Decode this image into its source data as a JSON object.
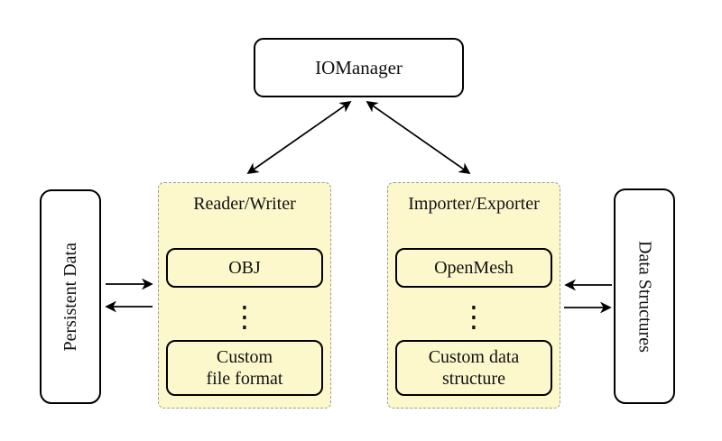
{
  "colors": {
    "background": "#ffffff",
    "group_fill": "#fcf8cc",
    "group_border": "#9a9a9a",
    "node_border": "#000000",
    "text": "#111111",
    "arrow": "#000000"
  },
  "nodes": {
    "iomanager": {
      "label": "IOManager"
    },
    "persistent_data": {
      "label": "Persistent Data"
    },
    "data_structures": {
      "label": "Data Structures"
    },
    "reader_writer": {
      "label": "Reader/Writer",
      "items": {
        "obj": "OBJ",
        "ellipsis": "⋮",
        "custom_line1": "Custom",
        "custom_line2": "file format"
      }
    },
    "importer_exporter": {
      "label": "Importer/Exporter",
      "items": {
        "openmesh": "OpenMesh",
        "ellipsis": "⋮",
        "custom_line1": "Custom data",
        "custom_line2": "structure"
      }
    }
  },
  "connections": [
    {
      "from": "iomanager",
      "to": "reader_writer",
      "bidirectional": true
    },
    {
      "from": "iomanager",
      "to": "importer_exporter",
      "bidirectional": true
    },
    {
      "from": "persistent_data",
      "to": "reader_writer",
      "bidirectional": false
    },
    {
      "from": "reader_writer",
      "to": "persistent_data",
      "bidirectional": false
    },
    {
      "from": "data_structures",
      "to": "importer_exporter",
      "bidirectional": false
    },
    {
      "from": "importer_exporter",
      "to": "data_structures",
      "bidirectional": false
    }
  ]
}
